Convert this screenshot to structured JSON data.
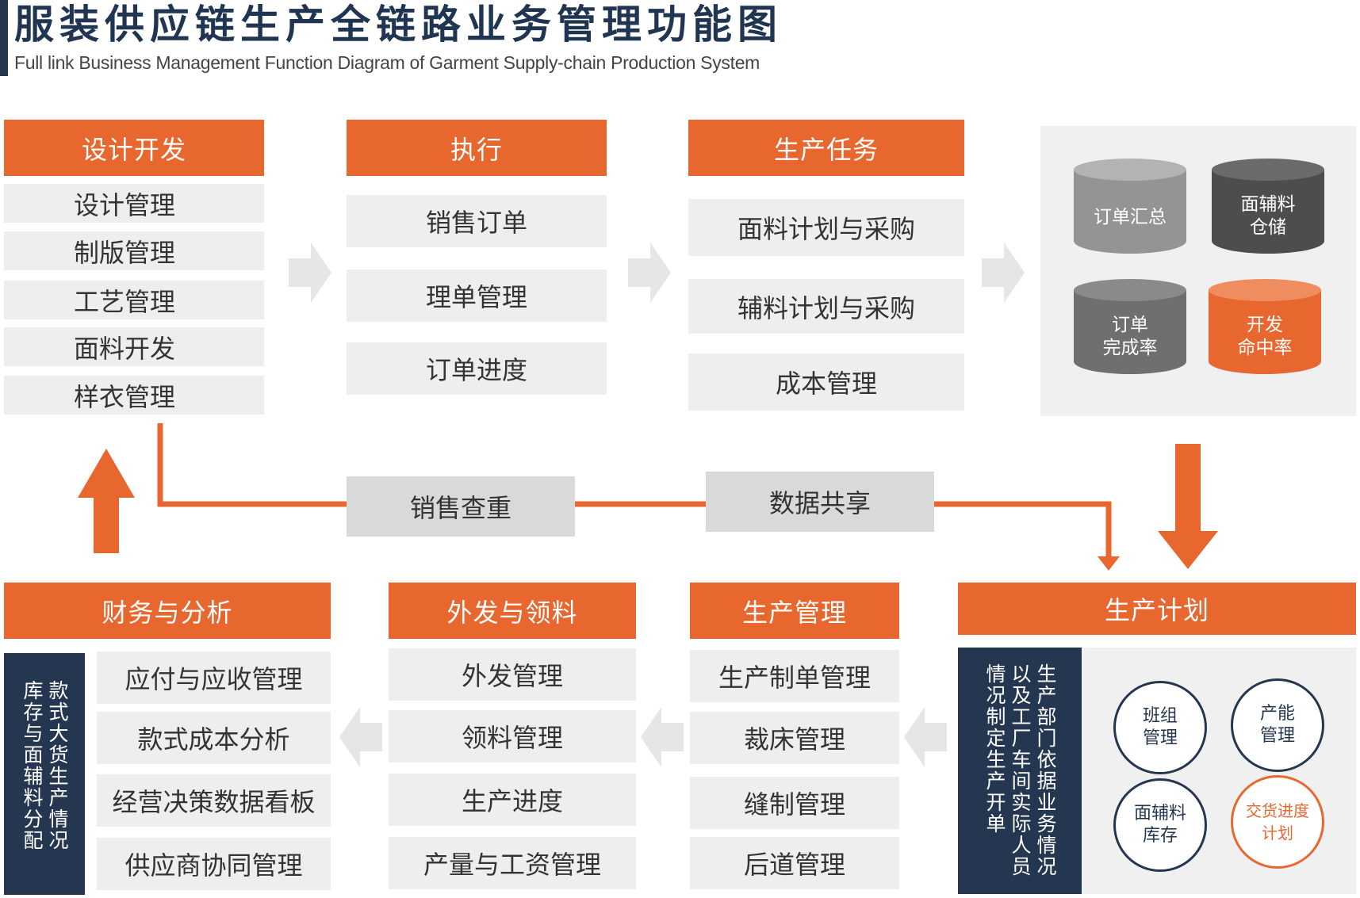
{
  "title": {
    "cn": "服装供应链生产全链路业务管理功能图",
    "en": "Full link Business Management Function Diagram of Garment Supply-chain Production System"
  },
  "design": {
    "header": "设计开发",
    "items": [
      "设计管理",
      "制版管理",
      "工艺管理",
      "面料开发",
      "样衣管理"
    ]
  },
  "execute": {
    "header": "执行",
    "items": [
      "销售订单",
      "理单管理",
      "订单进度"
    ]
  },
  "task": {
    "header": "生产任务",
    "items": [
      "面料计划与采购",
      "辅料计划与采购",
      "成本管理"
    ]
  },
  "dashboard": {
    "order_summary": "订单汇总",
    "material_storage_1": "面辅料",
    "material_storage_2": "仓储",
    "completion_1": "订单",
    "completion_2": "完成率",
    "hit_rate_1": "开发",
    "hit_rate_2": "命中率"
  },
  "connectors": {
    "sales_check": "销售查重",
    "data_share": "数据共享"
  },
  "finance": {
    "header": "财务与分析",
    "side_text": "款式大货生产情况库存与面辅料分配",
    "items": [
      "应付与应收管理",
      "款式成本分析",
      "经营决策数据看板",
      "供应商协同管理"
    ]
  },
  "outsource": {
    "header": "外发与领料",
    "items": [
      "外发管理",
      "领料管理",
      "生产进度",
      "产量与工资管理"
    ]
  },
  "production": {
    "header": "生产管理",
    "items": [
      "生产制单管理",
      "裁床管理",
      "缝制管理",
      "后道管理"
    ]
  },
  "plan": {
    "header": "生产计划",
    "side_text": "生产部门依据业务情况以及工厂车间实际人员情况制定生产开单",
    "team_1": "班组",
    "team_2": "管理",
    "capacity_1": "产能",
    "capacity_2": "管理",
    "stock_1": "面辅料",
    "stock_2": "库存",
    "delivery_1": "交货进度",
    "delivery_2": "计划"
  },
  "colors": {
    "orange": "#e8672e",
    "navy": "#243650",
    "light_gray": "#eeeeee",
    "arrow_gray": "#e6e6e6"
  }
}
